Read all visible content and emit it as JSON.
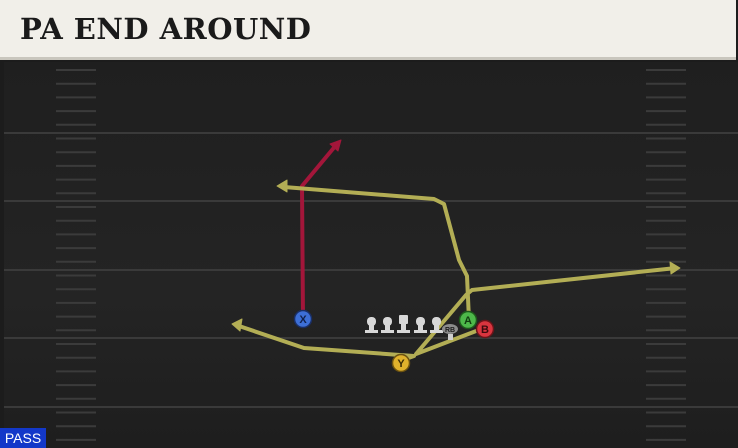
{
  "play": {
    "title": "PA END AROUND",
    "mode_badge": "PASS"
  },
  "colors": {
    "header_bg": "#f1efe9",
    "field_bg": "#1f1f1f",
    "route_primary": "#b3ae55",
    "route_hot": "#a3163a",
    "button_x": "#3d6fd6",
    "button_a": "#4db84a",
    "button_b": "#d9353f",
    "button_y": "#e0b22c",
    "badge_bg": "#1338c9"
  },
  "receivers": [
    {
      "button": "X",
      "icon": "x-button-icon"
    },
    {
      "button": "Y",
      "icon": "y-button-icon"
    },
    {
      "button": "A",
      "icon": "a-button-icon"
    },
    {
      "button": "B",
      "icon": "b-button-icon"
    }
  ],
  "backfield": {
    "rb_label": "RB"
  }
}
